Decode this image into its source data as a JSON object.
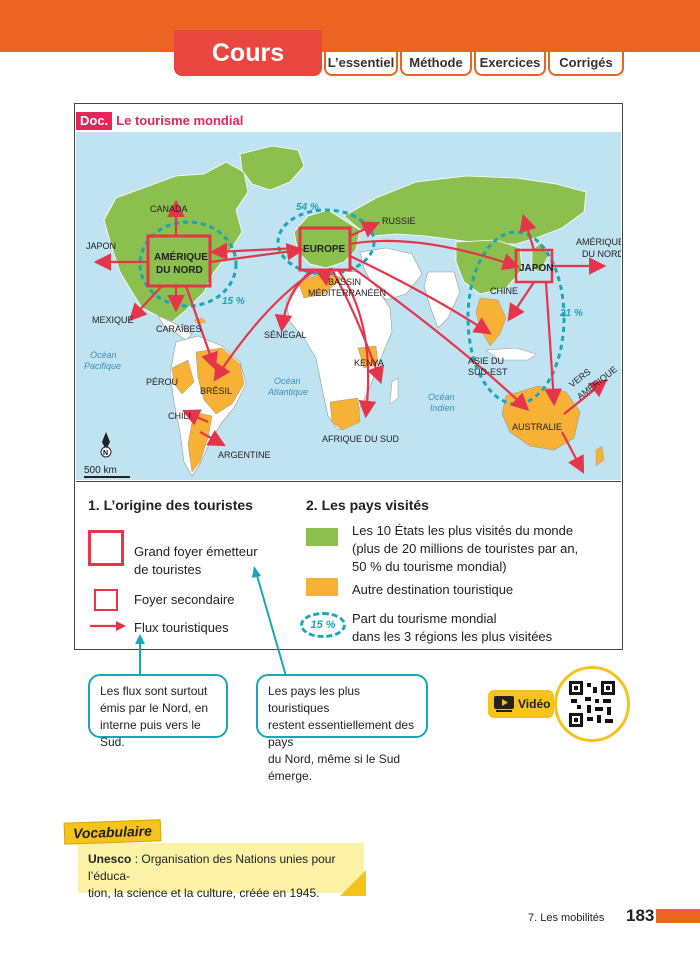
{
  "header": {
    "section": "Cours",
    "tabs": [
      "L’essentiel",
      "Méthode",
      "Exercices",
      "Corrigés"
    ]
  },
  "doc": {
    "label": "Doc.",
    "title": "Le tourisme mondial"
  },
  "map_labels": {
    "canada": "CANADA",
    "amerique_nord_1": "AMÉRIQUE",
    "amerique_nord_2": "DU NORD",
    "japon_left": "JAPON",
    "mexique": "MEXIQUE",
    "caraibes": "CARAÏBES",
    "ocean_pacifique_1": "Océan",
    "ocean_pacifique_2": "Pacifique",
    "perou": "PÉROU",
    "bresil": "BRÉSIL",
    "chili": "CHILI",
    "argentine": "ARGENTINE",
    "ocean_atlantique_1": "Océan",
    "ocean_atlantique_2": "Atlantique",
    "europe": "EUROPE",
    "russie": "RUSSIE",
    "bassin_1": "BASSIN",
    "bassin_2": "MÉDITERRANÉEN",
    "senegal": "SÉNÉGAL",
    "kenya": "KENYA",
    "afrique_sud": "AFRIQUE DU SUD",
    "ocean_indien_1": "Océan",
    "ocean_indien_2": "Indien",
    "chine": "CHINE",
    "japon_right": "JAPON",
    "amerique_right_1": "AMÉRIQUE",
    "amerique_right_2": "DU NORD",
    "asie_1": "ASIE DU",
    "asie_2": "SUD-EST",
    "australie": "AUSTRALIE",
    "vers_1": "VERS",
    "vers_2": "AMÉRIQUE",
    "pct_europe": "54 %",
    "pct_amerique": "15 %",
    "pct_asie": "21 %",
    "north": "N",
    "scale": "500 km"
  },
  "legend": {
    "origin_heading": "1. L’origine des touristes",
    "visited_heading": "2. Les pays visités",
    "main_source_1": "Grand foyer émetteur",
    "main_source_2": "de touristes",
    "secondary_source": "Foyer secondaire",
    "flows": "Flux touristiques",
    "top10_1": "Les 10 États les plus visités du monde",
    "top10_2": "(plus de 20 millions de touristes par an,",
    "top10_3": "50 % du tourisme mondial)",
    "other": "Autre destination touristique",
    "share_pct": "15 %",
    "share_1": "Part du tourisme mondial",
    "share_2": "dans les 3 régions les plus visitées"
  },
  "callouts": {
    "left_1": "Les flux sont surtout",
    "left_2": "émis par le Nord, en",
    "left_3": "interne puis vers le Sud.",
    "right_1": "Les pays les plus touristiques",
    "right_2": "restent essentiellement des pays",
    "right_3": "du Nord, même si le Sud émerge."
  },
  "video": {
    "label": "Vidéo"
  },
  "vocab": {
    "tag": "Vocabulaire",
    "term": "Unesco",
    "definition_1": " : Organisation des Nations unies pour l’éduca-",
    "definition_2": "tion, la science et la culture, créée en 1945."
  },
  "footer": {
    "chapter": "7. Les mobilités",
    "page": "183"
  },
  "colors": {
    "orange": "#ec6424",
    "red": "#e6354a",
    "ocean": "#bfe3f1",
    "top10": "#8bbf4e",
    "other": "#f7b135",
    "teal": "#1aa6b7",
    "yellow": "#f6c31c"
  }
}
